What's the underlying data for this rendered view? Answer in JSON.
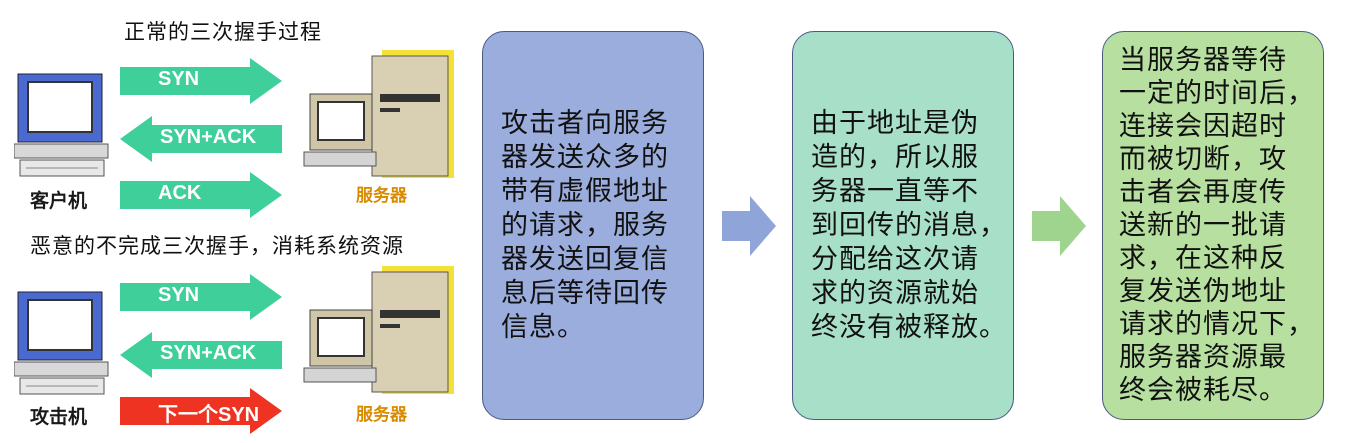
{
  "left_panel": {
    "normal_heading": "正常的三次握手过程",
    "malicious_heading": "恶意的不完成三次握手，消耗系统资源",
    "client_label": "客户机",
    "attacker_label": "攻击机",
    "server_label": "服务器",
    "normal_arrows": [
      "SYN",
      "SYN+ACK",
      "ACK"
    ],
    "malicious_arrows": [
      "SYN",
      "SYN+ACK",
      "下一个SYN"
    ],
    "colors": {
      "green_arrow": "#3fcf9a",
      "red_arrow": "#ee3322"
    }
  },
  "boxes": [
    {
      "text": "攻击者向服务\n器发送众多的\n带有虚假地址\n的请求，服务\n器发送回复信\n息后等待回传\n信息。",
      "color": "#9aaddc"
    },
    {
      "text": "由于地址是伪\n造的，所以服\n务器一直等不\n到回传的消息，\n分配给这次请\n求的资源就始\n终没有被释放。",
      "color": "#a7dfc8"
    },
    {
      "text": "当服务器等待\n一定的时间后，\n连接会因超时\n而被切断，攻\n击者会再度传\n送新的一批请\n求，在这种反\n复发送伪地址\n请求的情况下，\n服务器资源最\n终会被耗尽。",
      "color": "#b7e0a0"
    }
  ],
  "flow_arrows": [
    {
      "color": "#8fa4d8"
    },
    {
      "color": "#9fd48e"
    }
  ]
}
